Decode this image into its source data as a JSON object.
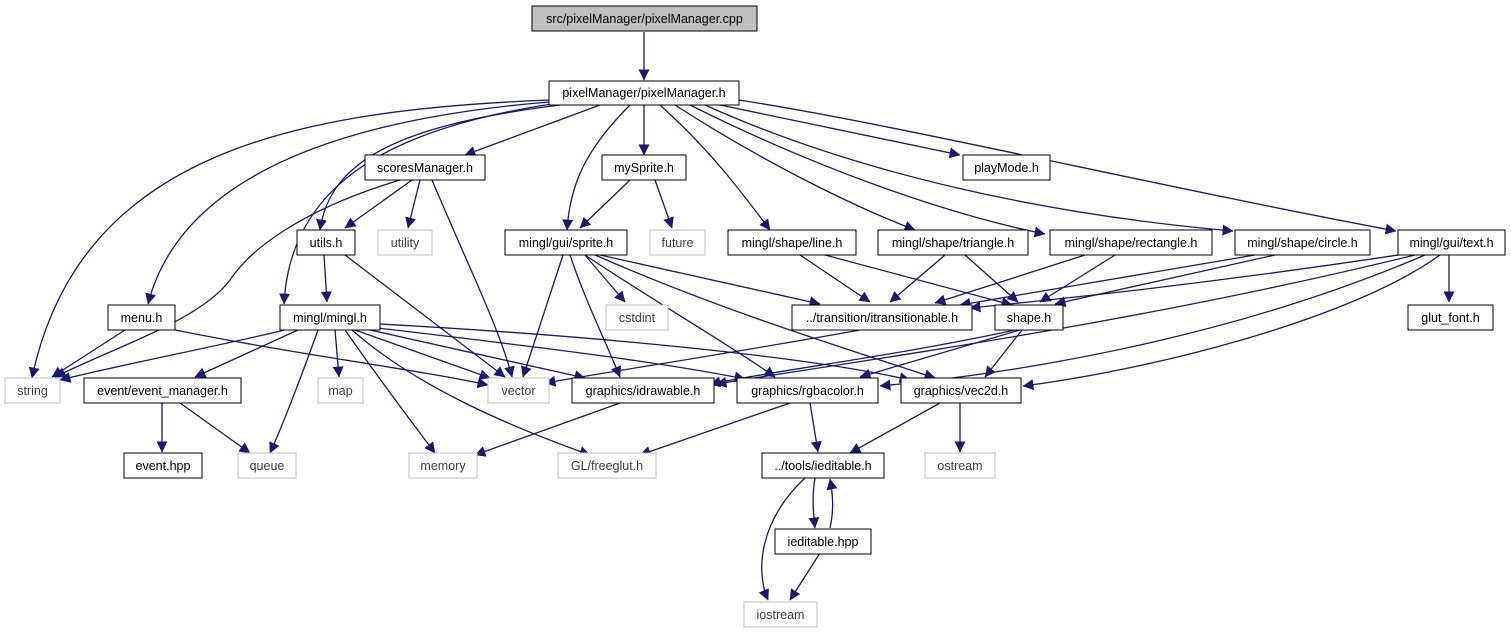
{
  "diagram": {
    "colors": {
      "edge": "#191970",
      "node_border": "#000000",
      "external_border": "#bfbfbf",
      "external_text": "#404040",
      "root_fill": "#bfbfbf"
    },
    "nodes": [
      {
        "id": "n_cpp",
        "label": "src/pixelManager/pixelManager.cpp",
        "kind": "root"
      },
      {
        "id": "n_pmh",
        "label": "pixelManager/pixelManager.h",
        "kind": "internal"
      },
      {
        "id": "n_scores",
        "label": "scoresManager.h",
        "kind": "internal"
      },
      {
        "id": "n_mysprite",
        "label": "mySprite.h",
        "kind": "internal"
      },
      {
        "id": "n_playmode",
        "label": "playMode.h",
        "kind": "internal"
      },
      {
        "id": "n_utils",
        "label": "utils.h",
        "kind": "internal"
      },
      {
        "id": "n_utility",
        "label": "utility",
        "kind": "external"
      },
      {
        "id": "n_sprite",
        "label": "mingl/gui/sprite.h",
        "kind": "internal"
      },
      {
        "id": "n_future",
        "label": "future",
        "kind": "external"
      },
      {
        "id": "n_line",
        "label": "mingl/shape/line.h",
        "kind": "internal"
      },
      {
        "id": "n_triangle",
        "label": "mingl/shape/triangle.h",
        "kind": "internal"
      },
      {
        "id": "n_rect",
        "label": "mingl/shape/rectangle.h",
        "kind": "internal"
      },
      {
        "id": "n_circle",
        "label": "mingl/shape/circle.h",
        "kind": "internal"
      },
      {
        "id": "n_text",
        "label": "mingl/gui/text.h",
        "kind": "internal"
      },
      {
        "id": "n_menu",
        "label": "menu.h",
        "kind": "internal"
      },
      {
        "id": "n_mingl",
        "label": "mingl/mingl.h",
        "kind": "internal"
      },
      {
        "id": "n_cstdint",
        "label": "cstdint",
        "kind": "external"
      },
      {
        "id": "n_itrans",
        "label": "../transition/itransitionable.h",
        "kind": "internal"
      },
      {
        "id": "n_shape",
        "label": "shape.h",
        "kind": "internal"
      },
      {
        "id": "n_glutfont",
        "label": "glut_font.h",
        "kind": "internal"
      },
      {
        "id": "n_string",
        "label": "string",
        "kind": "external"
      },
      {
        "id": "n_evmgr",
        "label": "event/event_manager.h",
        "kind": "internal"
      },
      {
        "id": "n_map",
        "label": "map",
        "kind": "external"
      },
      {
        "id": "n_vector",
        "label": "vector",
        "kind": "external"
      },
      {
        "id": "n_idraw",
        "label": "graphics/idrawable.h",
        "kind": "internal"
      },
      {
        "id": "n_rgba",
        "label": "graphics/rgbacolor.h",
        "kind": "internal"
      },
      {
        "id": "n_vec2d",
        "label": "graphics/vec2d.h",
        "kind": "internal"
      },
      {
        "id": "n_event",
        "label": "event.hpp",
        "kind": "internal"
      },
      {
        "id": "n_queue",
        "label": "queue",
        "kind": "external"
      },
      {
        "id": "n_memory",
        "label": "memory",
        "kind": "external"
      },
      {
        "id": "n_freeglut",
        "label": "GL/freeglut.h",
        "kind": "external"
      },
      {
        "id": "n_ieditable",
        "label": "../tools/ieditable.h",
        "kind": "internal"
      },
      {
        "id": "n_ostream",
        "label": "ostream",
        "kind": "external"
      },
      {
        "id": "n_ieditablehpp",
        "label": "ieditable.hpp",
        "kind": "internal"
      },
      {
        "id": "n_iostream",
        "label": "iostream",
        "kind": "external"
      }
    ],
    "edges": [
      {
        "from": "n_cpp",
        "to": "n_pmh"
      },
      {
        "from": "n_pmh",
        "to": "n_string"
      },
      {
        "from": "n_pmh",
        "to": "n_menu"
      },
      {
        "from": "n_pmh",
        "to": "n_mingl"
      },
      {
        "from": "n_pmh",
        "to": "n_utils"
      },
      {
        "from": "n_pmh",
        "to": "n_scores"
      },
      {
        "from": "n_pmh",
        "to": "n_sprite"
      },
      {
        "from": "n_pmh",
        "to": "n_mysprite"
      },
      {
        "from": "n_pmh",
        "to": "n_line"
      },
      {
        "from": "n_pmh",
        "to": "n_triangle"
      },
      {
        "from": "n_pmh",
        "to": "n_rect"
      },
      {
        "from": "n_pmh",
        "to": "n_circle"
      },
      {
        "from": "n_pmh",
        "to": "n_text"
      },
      {
        "from": "n_pmh",
        "to": "n_playmode"
      },
      {
        "from": "n_scores",
        "to": "n_utils"
      },
      {
        "from": "n_scores",
        "to": "n_utility"
      },
      {
        "from": "n_scores",
        "to": "n_vector"
      },
      {
        "from": "n_scores",
        "to": "n_string"
      },
      {
        "from": "n_mysprite",
        "to": "n_sprite"
      },
      {
        "from": "n_mysprite",
        "to": "n_future"
      },
      {
        "from": "n_utils",
        "to": "n_mingl"
      },
      {
        "from": "n_utils",
        "to": "n_vector"
      },
      {
        "from": "n_menu",
        "to": "n_string"
      },
      {
        "from": "n_menu",
        "to": "n_vector"
      },
      {
        "from": "n_sprite",
        "to": "n_vector"
      },
      {
        "from": "n_sprite",
        "to": "n_cstdint"
      },
      {
        "from": "n_sprite",
        "to": "n_itrans"
      },
      {
        "from": "n_sprite",
        "to": "n_idraw"
      },
      {
        "from": "n_sprite",
        "to": "n_rgba"
      },
      {
        "from": "n_sprite",
        "to": "n_vec2d"
      },
      {
        "from": "n_line",
        "to": "n_itrans"
      },
      {
        "from": "n_line",
        "to": "n_shape"
      },
      {
        "from": "n_triangle",
        "to": "n_itrans"
      },
      {
        "from": "n_triangle",
        "to": "n_shape"
      },
      {
        "from": "n_rect",
        "to": "n_itrans"
      },
      {
        "from": "n_rect",
        "to": "n_shape"
      },
      {
        "from": "n_circle",
        "to": "n_itrans"
      },
      {
        "from": "n_circle",
        "to": "n_shape"
      },
      {
        "from": "n_text",
        "to": "n_itrans"
      },
      {
        "from": "n_text",
        "to": "n_glutfont"
      },
      {
        "from": "n_text",
        "to": "n_idraw"
      },
      {
        "from": "n_text",
        "to": "n_rgba"
      },
      {
        "from": "n_text",
        "to": "n_vec2d"
      },
      {
        "from": "n_itrans",
        "to": "n_vector"
      },
      {
        "from": "n_shape",
        "to": "n_idraw"
      },
      {
        "from": "n_shape",
        "to": "n_rgba"
      },
      {
        "from": "n_shape",
        "to": "n_vec2d"
      },
      {
        "from": "n_mingl",
        "to": "n_string"
      },
      {
        "from": "n_mingl",
        "to": "n_evmgr"
      },
      {
        "from": "n_mingl",
        "to": "n_queue"
      },
      {
        "from": "n_mingl",
        "to": "n_map"
      },
      {
        "from": "n_mingl",
        "to": "n_vector"
      },
      {
        "from": "n_mingl",
        "to": "n_memory"
      },
      {
        "from": "n_mingl",
        "to": "n_freeglut"
      },
      {
        "from": "n_mingl",
        "to": "n_idraw"
      },
      {
        "from": "n_mingl",
        "to": "n_rgba"
      },
      {
        "from": "n_mingl",
        "to": "n_vec2d"
      },
      {
        "from": "n_evmgr",
        "to": "n_event"
      },
      {
        "from": "n_evmgr",
        "to": "n_queue"
      },
      {
        "from": "n_idraw",
        "to": "n_memory"
      },
      {
        "from": "n_rgba",
        "to": "n_freeglut"
      },
      {
        "from": "n_rgba",
        "to": "n_ieditable"
      },
      {
        "from": "n_vec2d",
        "to": "n_ieditable"
      },
      {
        "from": "n_vec2d",
        "to": "n_ostream"
      },
      {
        "from": "n_ieditable",
        "to": "n_ieditablehpp"
      },
      {
        "from": "n_ieditable",
        "to": "n_iostream"
      },
      {
        "from": "n_ieditablehpp",
        "to": "n_ieditable"
      },
      {
        "from": "n_ieditablehpp",
        "to": "n_iostream"
      }
    ]
  }
}
